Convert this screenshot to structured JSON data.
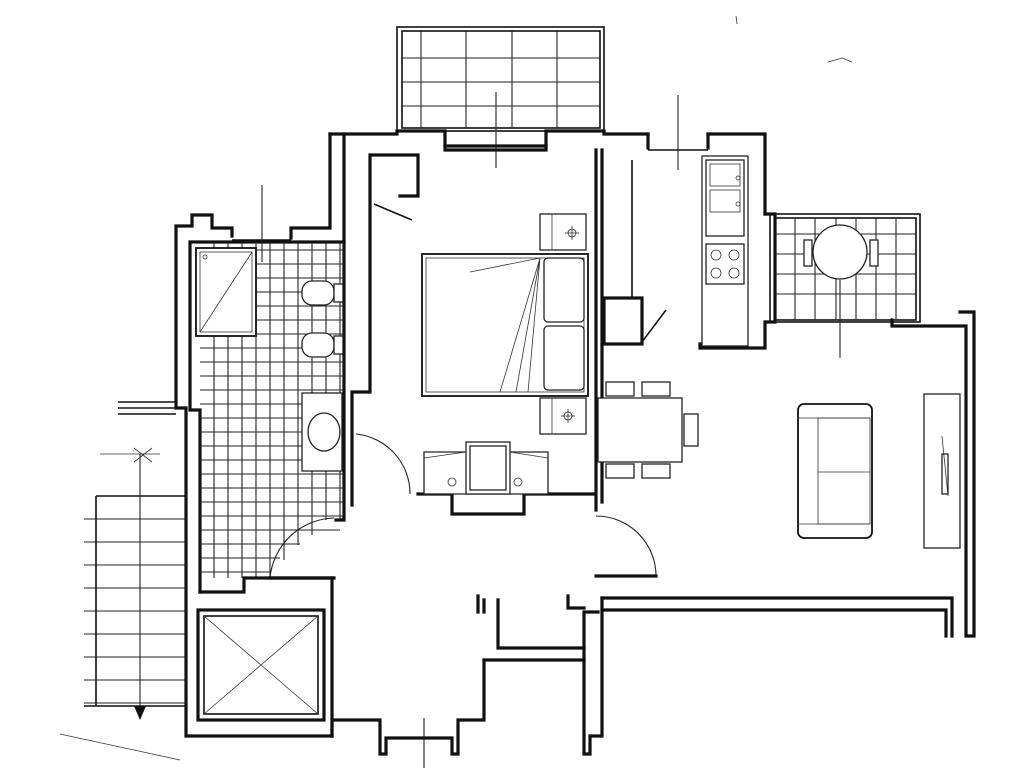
{
  "plan": {
    "rooms": [
      {
        "name": "bathroom"
      },
      {
        "name": "bedroom"
      },
      {
        "name": "kitchen"
      },
      {
        "name": "living-room"
      },
      {
        "name": "entrance-hall"
      },
      {
        "name": "terrace-north"
      },
      {
        "name": "balcony-east"
      },
      {
        "name": "stairwell"
      },
      {
        "name": "elevator"
      }
    ],
    "colors": {
      "ink": "#111111",
      "paper": "#ffffff"
    }
  }
}
